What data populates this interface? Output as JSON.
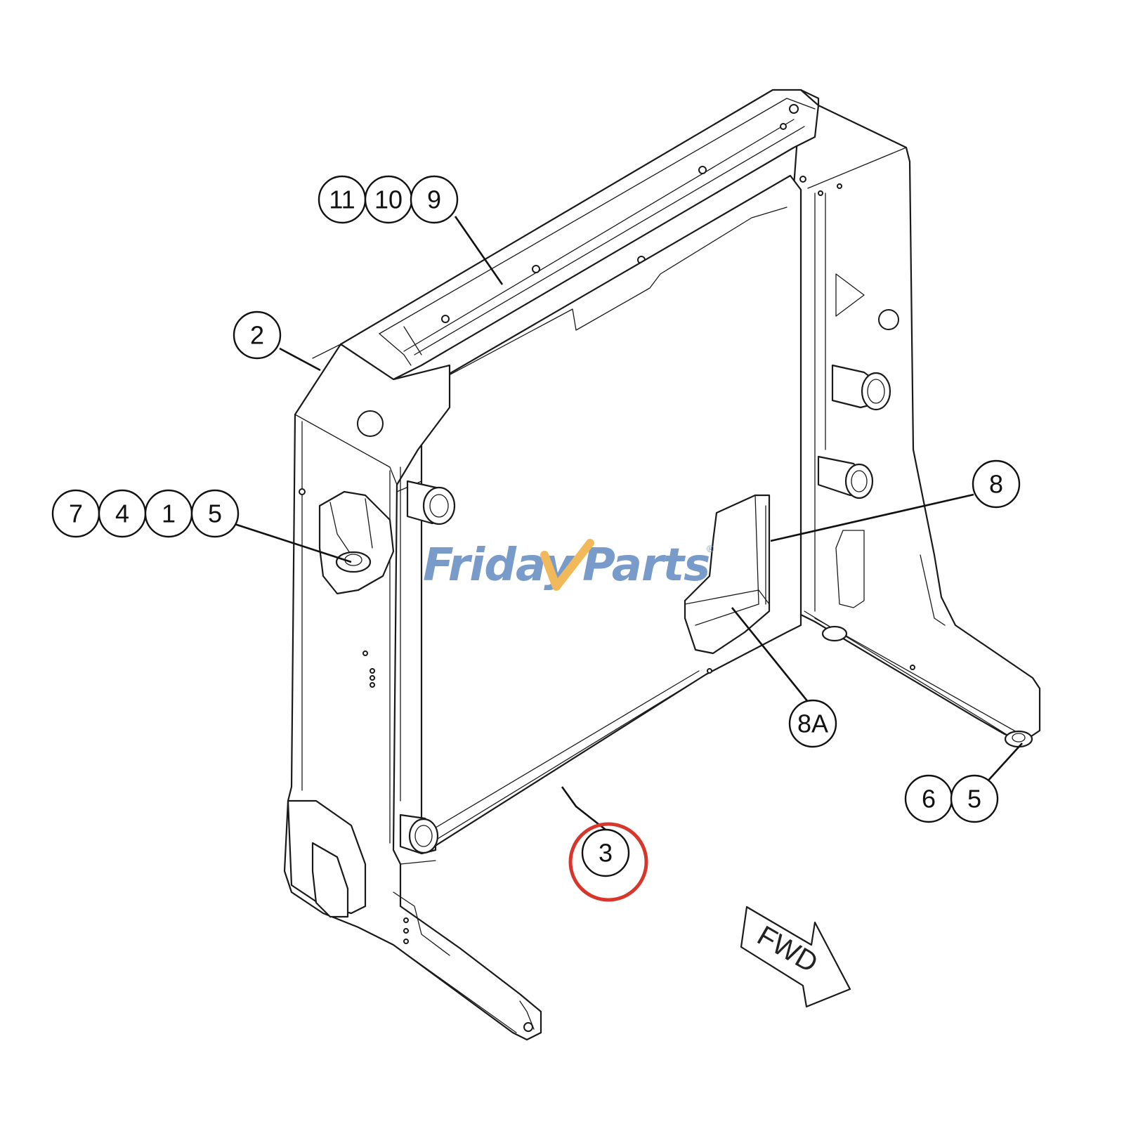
{
  "diagram": {
    "callouts": [
      {
        "id": "c11",
        "label": "11"
      },
      {
        "id": "c10",
        "label": "10"
      },
      {
        "id": "c9",
        "label": "9"
      },
      {
        "id": "c2",
        "label": "2"
      },
      {
        "id": "c7",
        "label": "7"
      },
      {
        "id": "c4",
        "label": "4"
      },
      {
        "id": "c1",
        "label": "1"
      },
      {
        "id": "c5a",
        "label": "5"
      },
      {
        "id": "c8",
        "label": "8"
      },
      {
        "id": "c8a",
        "label": "8A"
      },
      {
        "id": "c6",
        "label": "6"
      },
      {
        "id": "c5b",
        "label": "5"
      },
      {
        "id": "c3",
        "label": "3"
      }
    ],
    "highlighted_callout": "3",
    "highlight_color": "#d9362b",
    "direction_arrow_label": "FWD"
  },
  "watermark": {
    "brand_part1": "Friday",
    "brand_part2": "Parts",
    "registered_mark": "®",
    "primary_color": "#6d93c6",
    "accent_color": "#f0b44c"
  }
}
